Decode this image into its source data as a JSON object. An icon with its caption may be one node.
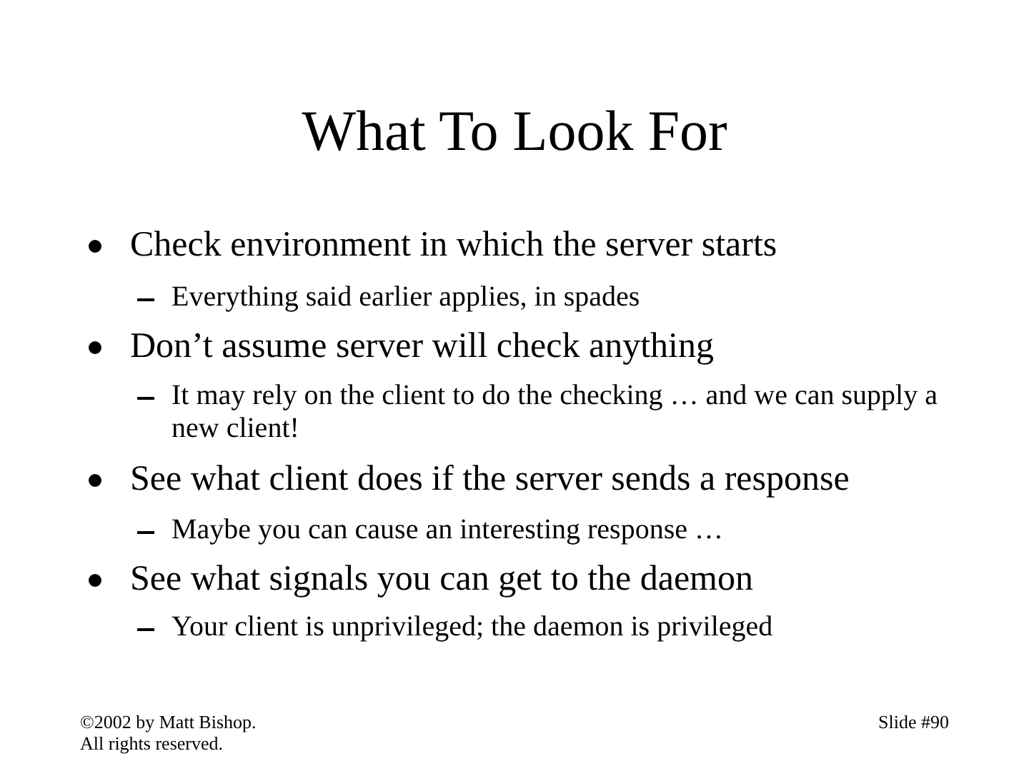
{
  "diagram": {
    "title": "What To Look For",
    "labels": [
      "Check environment in which the server starts",
      "Everything said earlier applies, in spades",
      "Don’t assume server will check anything",
      "It may rely on the client to do the checking … and we can supply a new client!",
      "See what client does if the server sends a response",
      "Maybe you can cause an interesting response …",
      "See what signals you can get to the daemon",
      "Your client is unprivileged; the daemon is privileged",
      "©2002 by Matt Bishop.",
      "All rights reserved.",
      "Slide #90"
    ]
  }
}
